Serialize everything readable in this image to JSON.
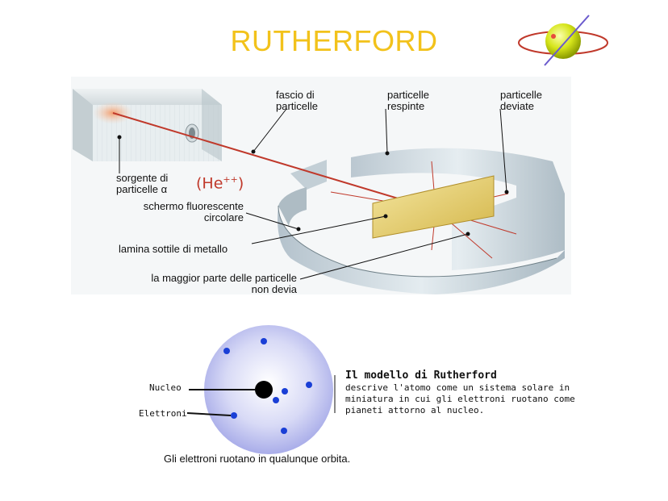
{
  "title": "RUTHERFORD",
  "experiment": {
    "labels": {
      "beam": "fascio di\nparticelle",
      "repelled": "particelle\nrespinte",
      "deflected": "particelle\ndeviate",
      "source": "sorgente di\nparticelle α",
      "screen": "schermo fluorescente\ncircolare",
      "foil": "lamina sottile di metallo",
      "most_pass": "la maggior parte delle particelle\nnon devia"
    },
    "helium": {
      "base": "(He",
      "charge": "++",
      "close": ")"
    }
  },
  "model": {
    "nucleus_label": "Nucleo",
    "electrons_label": "Elettroni",
    "title": "Il modello di Rutherford",
    "description": "descrive l'atomo come un sistema solare in miniatura in cui gli elettroni ruotano come pianeti attorno al nucleo."
  },
  "caption": "Gli elettroni ruotano in qualunque orbita.",
  "icons": {
    "logo": "atom-orbit-icon"
  },
  "colors": {
    "title": "#f2c21b",
    "helium": "#c0392b",
    "electron": "#1a3fd6",
    "beam": "#c0392b"
  }
}
